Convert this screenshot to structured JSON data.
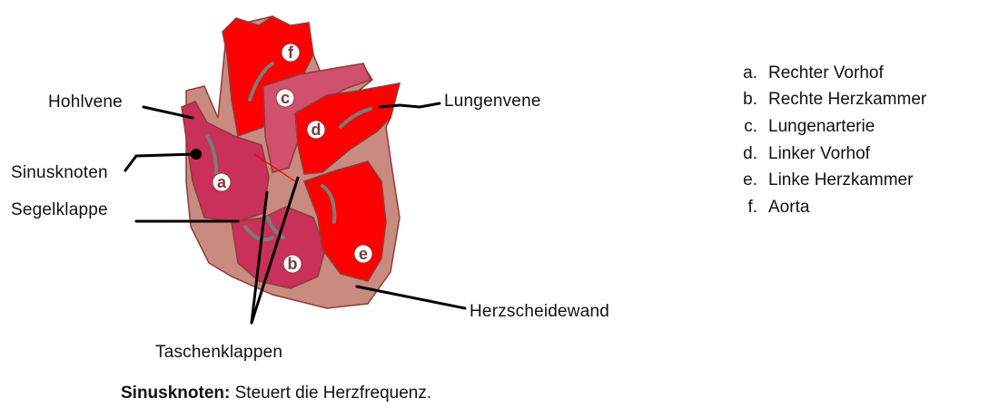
{
  "labels": {
    "hohlvene": "Hohlvene",
    "sinusknoten": "Sinusknoten",
    "segelklappe": "Segelklappe",
    "lungenvene": "Lungenvene",
    "herzscheidewand": "Herzscheidewand",
    "taschenklappen": "Taschenklappen"
  },
  "region_letters": [
    "a",
    "b",
    "c",
    "d",
    "e",
    "f"
  ],
  "legend": [
    {
      "key": "a.",
      "text": "Rechter Vorhof"
    },
    {
      "key": "b.",
      "text": "Rechte Herzkammer"
    },
    {
      "key": "c.",
      "text": "Lungenarterie"
    },
    {
      "key": "d.",
      "text": "Linker Vorhof"
    },
    {
      "key": "e.",
      "text": "Linke Herzkammer"
    },
    {
      "key": "f.",
      "text": "Aorta"
    }
  ],
  "caption": {
    "term": "Sinusknoten:",
    "text": " Steuert die Herzfrequenz."
  },
  "colors": {
    "oxygenated": "#ff0000",
    "deoxygenated": "#c9305a",
    "muscle": "#c98a80",
    "outline": "#8f3b3b"
  }
}
